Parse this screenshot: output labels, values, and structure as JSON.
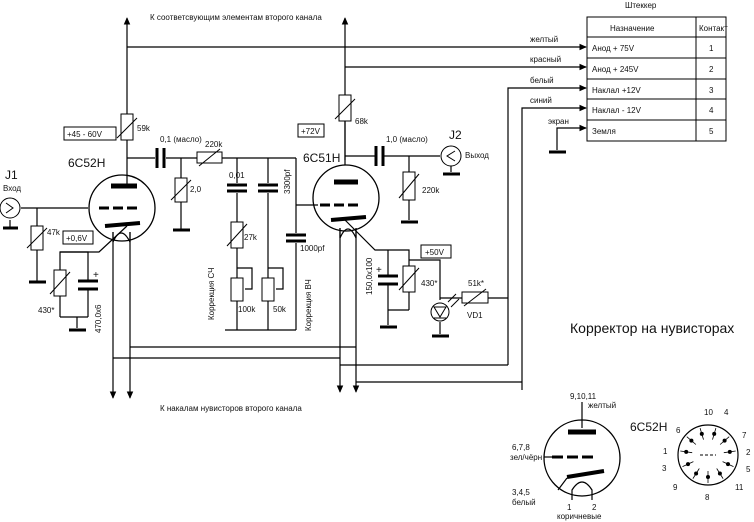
{
  "labels": {
    "top_note": "К соответсвующим элементам второго канала",
    "bottom_note": "К  накалам нувисторов второго канала",
    "title": "Корректор на нувисторах",
    "plug": "Штеккер",
    "j1": "J1",
    "j1_sub": "Вход",
    "j2": "J2",
    "j2_sub": "Выход",
    "v1": "6С52Н",
    "v2": "6С51Н",
    "v_pinout": "6С52Н",
    "wire_yellow": "желтый",
    "wire_red": "красный",
    "wire_white": "белый",
    "wire_blue": "синий",
    "wire_screen": "экран",
    "volt_a1": "+45 - 60V",
    "volt_g1": "+0,6V",
    "volt_a2": "+72V",
    "volt_k2": "+50V",
    "r_59k": "59k",
    "r_47k": "47k",
    "r_430_1": "430*",
    "c_470": "470,0х6",
    "c_01m": "0,1 (масло)",
    "r_220k_1": "220k",
    "r_2_0": "2,0",
    "c_001": "0,01",
    "c_3300": "3300pf",
    "c_1000": "1000pf",
    "r_27k": "27k",
    "r_100k": "100k",
    "r_50k": "50k",
    "corr_lf": "Коррекция СЧ",
    "corr_hf": "Коррекция ВЧ",
    "r_68k": "68k",
    "c_10m": "1,0 (масло)",
    "r_220k_2": "220k",
    "c_150": "150,0х100",
    "r_430_2": "430*",
    "r_51k": "51k*",
    "vd1": "VD1",
    "pin_top": "9,10,11",
    "pin_top_color": "желтый",
    "pin_mid": "6,7,8",
    "pin_mid_color": "зел/чёрн",
    "pin_bot": "3,4,5",
    "pin_bot_color": "белый",
    "pin_h1": "1",
    "pin_h2": "2",
    "pin_heater_color": "коричневые"
  },
  "plug_table": {
    "headers": [
      "Назначение",
      "Контакт"
    ],
    "rows": [
      [
        "Анод + 75V",
        "1"
      ],
      [
        "Анод + 245V",
        "2"
      ],
      [
        "Наклал +12V",
        "3"
      ],
      [
        "Наклал - 12V",
        "4"
      ],
      [
        "Земля",
        "5"
      ]
    ]
  },
  "socket_pins": [
    "10",
    "4",
    "6",
    "7",
    "1",
    "2",
    "3",
    "5",
    "9",
    "11",
    "8"
  ]
}
